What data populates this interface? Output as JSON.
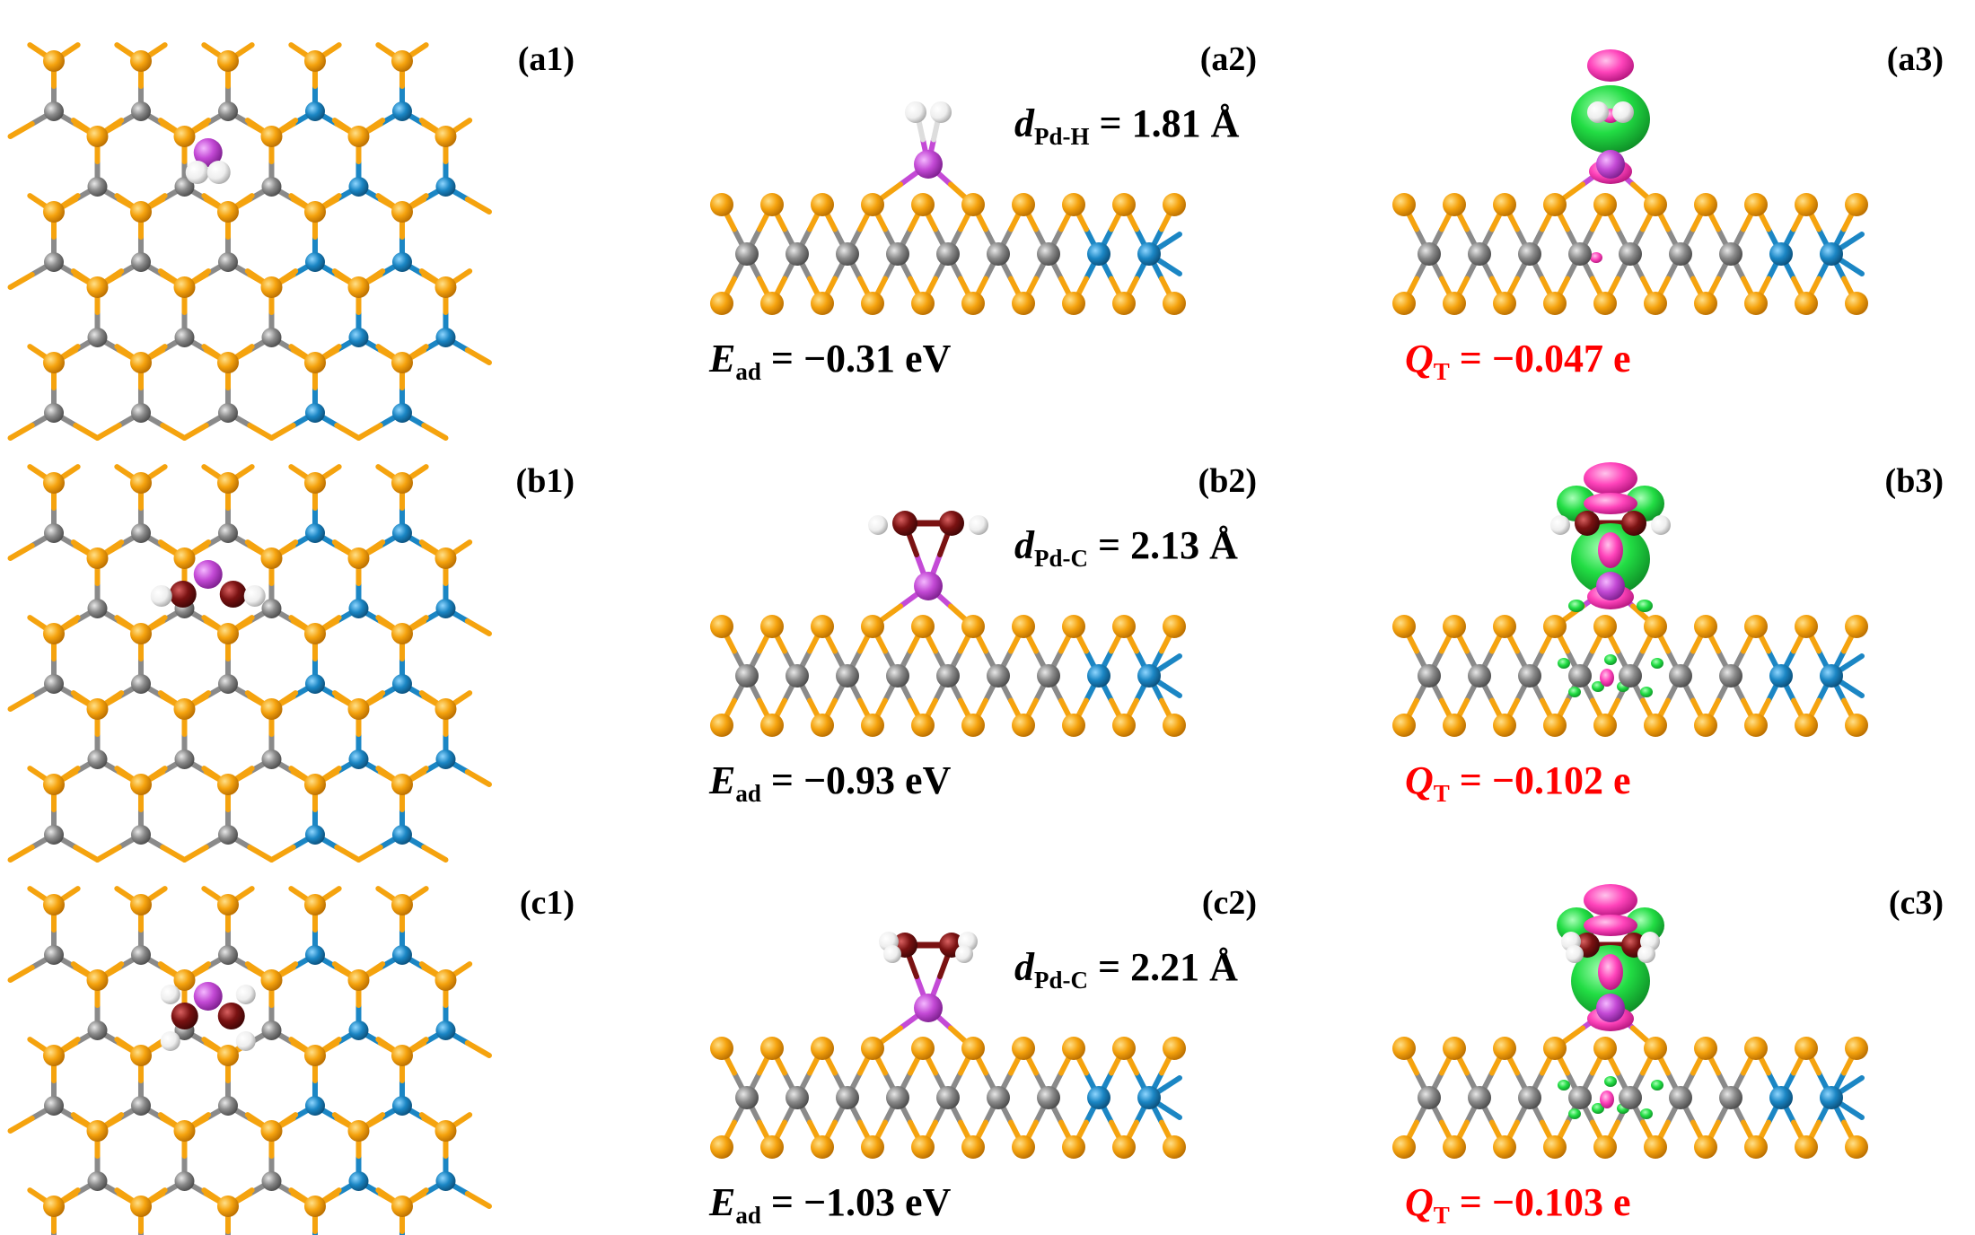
{
  "figure": {
    "rows": [
      {
        "top_label": "(a1)",
        "side_label": "(a2)",
        "charge_label": "(a3)",
        "adsorbate": "H2",
        "distance": {
          "symbol": "d",
          "subscript": "Pd-H",
          "text": " = 1.81 Å"
        },
        "energy": {
          "symbol": "E",
          "subscript": "ad",
          "text": " = −0.31 eV"
        },
        "charge": {
          "symbol": "Q",
          "subscript": "T",
          "text": " = −0.047 e"
        }
      },
      {
        "top_label": "(b1)",
        "side_label": "(b2)",
        "charge_label": "(b3)",
        "adsorbate": "C2H2",
        "distance": {
          "symbol": "d",
          "subscript": "Pd-C",
          "text": " = 2.13 Å"
        },
        "energy": {
          "symbol": "E",
          "subscript": "ad",
          "text": " = −0.93 eV"
        },
        "charge": {
          "symbol": "Q",
          "subscript": "T",
          "text": " = −0.102 e"
        }
      },
      {
        "top_label": "(c1)",
        "side_label": "(c2)",
        "charge_label": "(c3)",
        "adsorbate": "C2H4",
        "distance": {
          "symbol": "d",
          "subscript": "Pd-C",
          "text": " = 2.21 Å"
        },
        "energy": {
          "symbol": "E",
          "subscript": "ad",
          "text": " = −1.03 eV"
        },
        "charge": {
          "symbol": "Q",
          "subscript": "T",
          "text": " = −0.103 e"
        }
      }
    ],
    "colors": {
      "chalcogen": "#f5a30e",
      "metal_left": "#8a8a8a",
      "metal_right": "#1b86c4",
      "dopant": "#c44ad6",
      "carbon": "#7a1212",
      "hydrogen": "#f0f0f0",
      "charge_gain": "#22dd44",
      "charge_loss": "#ff44bb",
      "value_red": "#ff0000"
    }
  }
}
